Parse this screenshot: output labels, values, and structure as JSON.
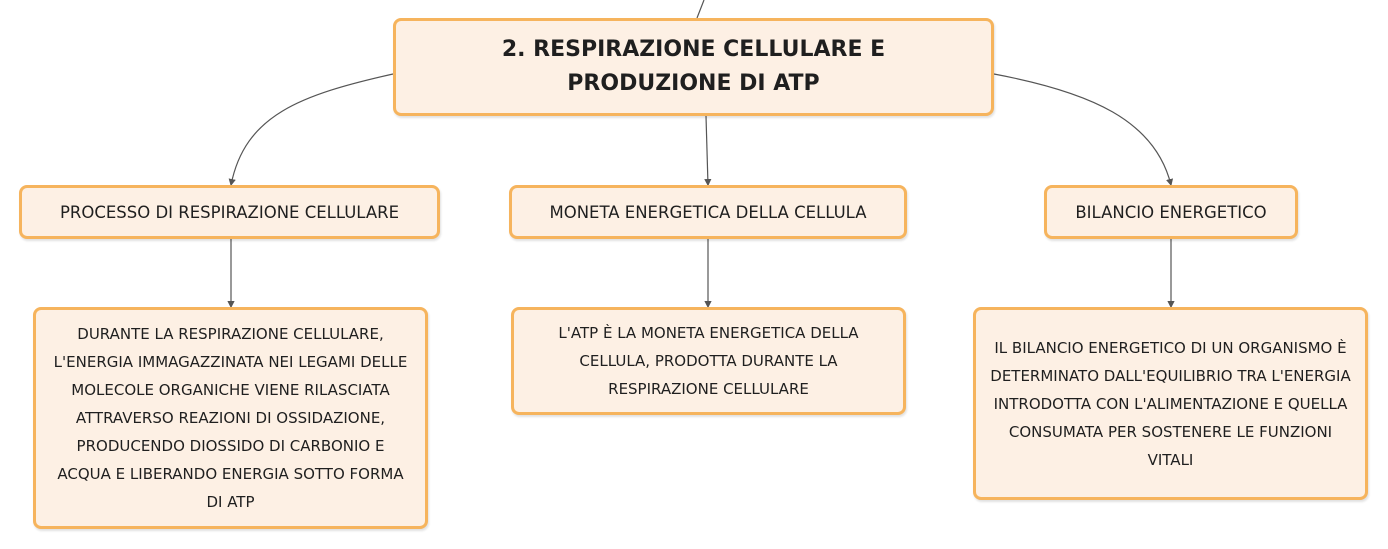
{
  "root": {
    "title": "2. RESPIRAZIONE CELLULARE E PRODUZIONE DI ATP"
  },
  "topics": [
    {
      "label": "PROCESSO DI RESPIRAZIONE CELLULARE",
      "detail": "DURANTE LA RESPIRAZIONE CELLULARE, L'ENERGIA IMMAGAZZINATA NEI LEGAMI DELLE MOLECOLE ORGANICHE VIENE RILASCIATA ATTRAVERSO REAZIONI DI OSSIDAZIONE, PRODUCENDO DIOSSIDO DI CARBONIO E ACQUA E LIBERANDO ENERGIA SOTTO FORMA DI ATP"
    },
    {
      "label": "MONETA ENERGETICA DELLA CELLULA",
      "detail": "L'ATP È LA MONETA ENERGETICA DELLA CELLULA, PRODOTTA DURANTE LA RESPIRAZIONE CELLULARE"
    },
    {
      "label": "BILANCIO ENERGETICO",
      "detail": "IL BILANCIO ENERGETICO DI UN ORGANISMO È DETERMINATO DALL'EQUILIBRIO TRA L'ENERGIA INTRODOTTA CON L'ALIMENTAZIONE E QUELLA CONSUMATA PER SOSTENERE LE FUNZIONI VITALI"
    }
  ],
  "colors": {
    "node_fill": "#fdf0e4",
    "node_border": "#f6b45d",
    "connector": "#555555"
  }
}
